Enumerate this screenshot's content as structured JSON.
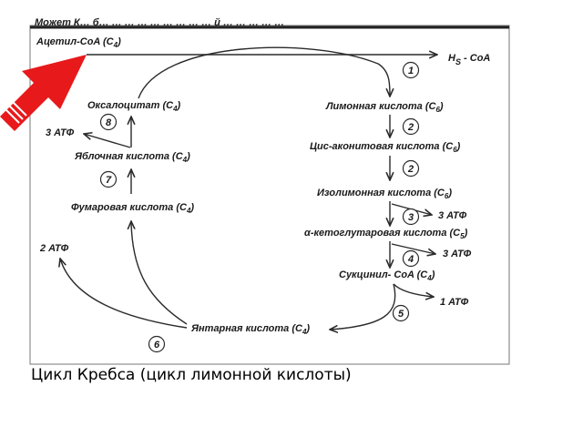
{
  "diagram": {
    "top_text": "Мoжет К…  б… …  … …  …  … … … …  й  …  …  …  … …",
    "acetyl_coa": {
      "main": "Ацетил-CoA (C",
      "sub": "4",
      "end": ")"
    },
    "hs_coa": {
      "h": "H",
      "s": "S",
      "rest": " - CoA"
    },
    "nodes": {
      "citric": {
        "main": "Лимонная кислота (C",
        "sub": "6",
        "end": ")"
      },
      "cis_aconitic": {
        "main": "Цис-аконитовая кислота (C",
        "sub": "6",
        "end": ")"
      },
      "isocitric": {
        "main": "Изолимонная кислота (C",
        "sub": "6",
        "end": ")"
      },
      "ketoglutarate": {
        "main": "α-кетоглутаровая кислота (C",
        "sub": "5",
        "end": ")"
      },
      "succinyl_coa": {
        "main": "Сукцинил- CoA  (C",
        "sub": "4",
        "end": ")"
      },
      "succinic": {
        "main": "Янтарная кислота (C",
        "sub": "4",
        "end": ")"
      },
      "fumaric": {
        "main": "Фумаровая кислота (C",
        "sub": "4",
        "end": ")"
      },
      "malic": {
        "main": "Яблочная кислота (C",
        "sub": "4",
        "end": ")"
      },
      "oxaloacetate": {
        "main": "Оксалоцитат (C",
        "sub": "4",
        "end": ")"
      }
    },
    "atp": {
      "a1": "3 АТФ",
      "a2": "3 АТФ",
      "a3": "1 АТФ",
      "a4": "2 АТФ",
      "a5": "3 АТФ"
    },
    "steps": [
      "1",
      "2",
      "2",
      "3",
      "4",
      "5",
      "6",
      "7",
      "8"
    ],
    "colors": {
      "arrow_red": "#e8191b",
      "line": "#2a2a2a",
      "border": "#555555"
    }
  },
  "caption": "Цикл Кребса (цикл лимонной кислоты)"
}
